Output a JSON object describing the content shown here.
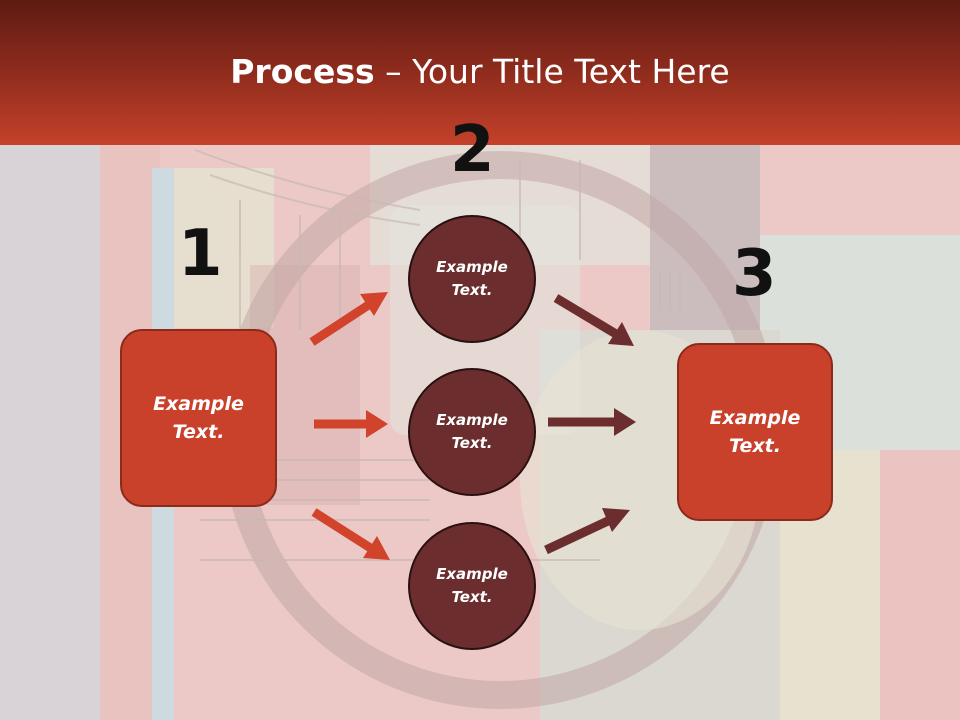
{
  "header": {
    "title_bold": "Process",
    "title_rest": " – Your Title Text Here"
  },
  "steps": {
    "one": "1",
    "two": "2",
    "three": "3"
  },
  "left_box": {
    "text": "Example\nText."
  },
  "right_box": {
    "text": "Example\nText."
  },
  "circles": [
    {
      "text": "Example\nText."
    },
    {
      "text": "Example\nText."
    },
    {
      "text": "Example\nText."
    }
  ],
  "colors": {
    "accent_red": "#c9412b",
    "dark_maroon": "#6b2d2d",
    "arrow_red": "#d1432b",
    "arrow_maroon": "#6b2d2d"
  }
}
